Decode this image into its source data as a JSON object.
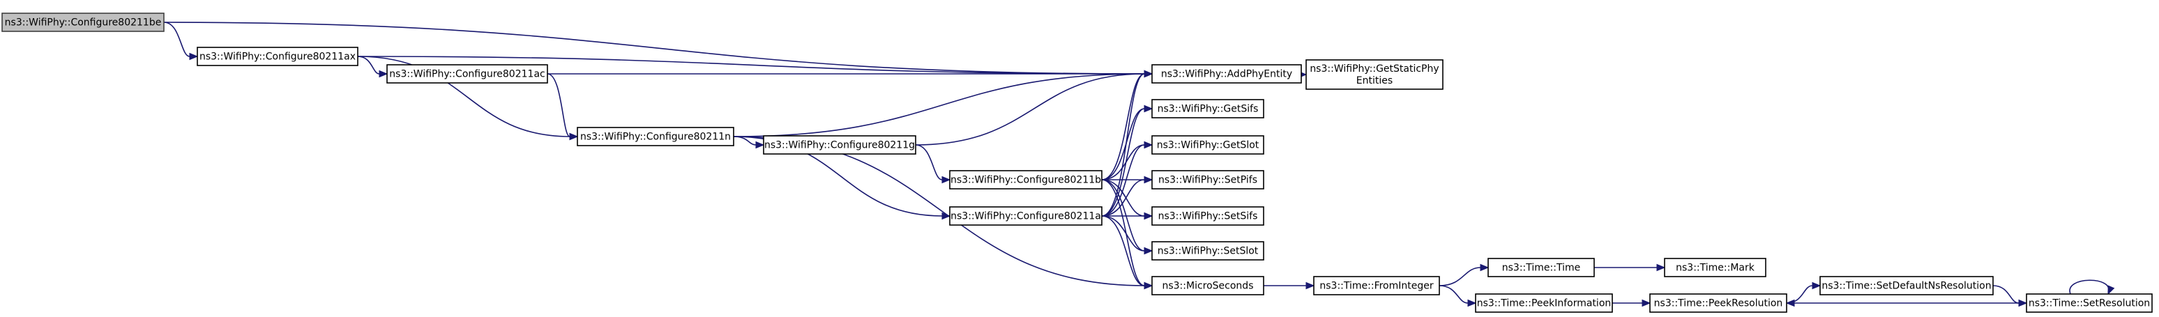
{
  "graph": {
    "nodes": [
      {
        "id": "be",
        "lines": [
          "ns3::WifiPhy::Configure80211be"
        ],
        "root": true
      },
      {
        "id": "ax",
        "lines": [
          "ns3::WifiPhy::Configure80211ax"
        ]
      },
      {
        "id": "ac",
        "lines": [
          "ns3::WifiPhy::Configure80211ac"
        ]
      },
      {
        "id": "n",
        "lines": [
          "ns3::WifiPhy::Configure80211n"
        ]
      },
      {
        "id": "g",
        "lines": [
          "ns3::WifiPhy::Configure80211g"
        ]
      },
      {
        "id": "b",
        "lines": [
          "ns3::WifiPhy::Configure80211b"
        ]
      },
      {
        "id": "a",
        "lines": [
          "ns3::WifiPhy::Configure80211a"
        ]
      },
      {
        "id": "add",
        "lines": [
          "ns3::WifiPhy::AddPhyEntity"
        ]
      },
      {
        "id": "gsp",
        "lines": [
          "ns3::WifiPhy::GetStaticPhy",
          "Entities"
        ]
      },
      {
        "id": "gsifs",
        "lines": [
          "ns3::WifiPhy::GetSifs"
        ]
      },
      {
        "id": "gslot",
        "lines": [
          "ns3::WifiPhy::GetSlot"
        ]
      },
      {
        "id": "spifs",
        "lines": [
          "ns3::WifiPhy::SetPifs"
        ]
      },
      {
        "id": "ssifs",
        "lines": [
          "ns3::WifiPhy::SetSifs"
        ]
      },
      {
        "id": "sslot",
        "lines": [
          "ns3::WifiPhy::SetSlot"
        ]
      },
      {
        "id": "micro",
        "lines": [
          "ns3::MicroSeconds"
        ]
      },
      {
        "id": "fromint",
        "lines": [
          "ns3::Time::FromInteger"
        ]
      },
      {
        "id": "time",
        "lines": [
          "ns3::Time::Time"
        ]
      },
      {
        "id": "mark",
        "lines": [
          "ns3::Time::Mark"
        ]
      },
      {
        "id": "peekinfo",
        "lines": [
          "ns3::Time::PeekInformation"
        ]
      },
      {
        "id": "peekres",
        "lines": [
          "ns3::Time::PeekResolution"
        ]
      },
      {
        "id": "setdef",
        "lines": [
          "ns3::Time::SetDefaultNsResolution"
        ]
      },
      {
        "id": "setres",
        "lines": [
          "ns3::Time::SetResolution"
        ]
      }
    ],
    "edges": [
      {
        "from": "be",
        "to": "ax"
      },
      {
        "from": "be",
        "to": "add"
      },
      {
        "from": "ax",
        "to": "add"
      },
      {
        "from": "ax",
        "to": "ac"
      },
      {
        "from": "ax",
        "to": "n"
      },
      {
        "from": "ac",
        "to": "add"
      },
      {
        "from": "ac",
        "to": "n"
      },
      {
        "from": "n",
        "to": "add"
      },
      {
        "from": "n",
        "to": "g"
      },
      {
        "from": "n",
        "to": "a"
      },
      {
        "from": "n",
        "to": "micro"
      },
      {
        "from": "g",
        "to": "add"
      },
      {
        "from": "g",
        "to": "b"
      },
      {
        "from": "b",
        "to": "add"
      },
      {
        "from": "b",
        "to": "gsifs"
      },
      {
        "from": "b",
        "to": "gslot"
      },
      {
        "from": "b",
        "to": "spifs"
      },
      {
        "from": "b",
        "to": "ssifs"
      },
      {
        "from": "b",
        "to": "sslot"
      },
      {
        "from": "b",
        "to": "micro"
      },
      {
        "from": "a",
        "to": "add"
      },
      {
        "from": "a",
        "to": "gsifs"
      },
      {
        "from": "a",
        "to": "gslot"
      },
      {
        "from": "a",
        "to": "spifs"
      },
      {
        "from": "a",
        "to": "ssifs"
      },
      {
        "from": "a",
        "to": "sslot"
      },
      {
        "from": "a",
        "to": "micro"
      },
      {
        "from": "add",
        "to": "gsp"
      },
      {
        "from": "micro",
        "to": "fromint"
      },
      {
        "from": "fromint",
        "to": "time"
      },
      {
        "from": "fromint",
        "to": "peekinfo"
      },
      {
        "from": "time",
        "to": "mark"
      },
      {
        "from": "peekinfo",
        "to": "peekres"
      },
      {
        "from": "peekres",
        "to": "setdef"
      },
      {
        "from": "setdef",
        "to": "setres"
      },
      {
        "from": "setres",
        "to": "peekres"
      },
      {
        "from": "setres",
        "to": "setres"
      }
    ]
  }
}
